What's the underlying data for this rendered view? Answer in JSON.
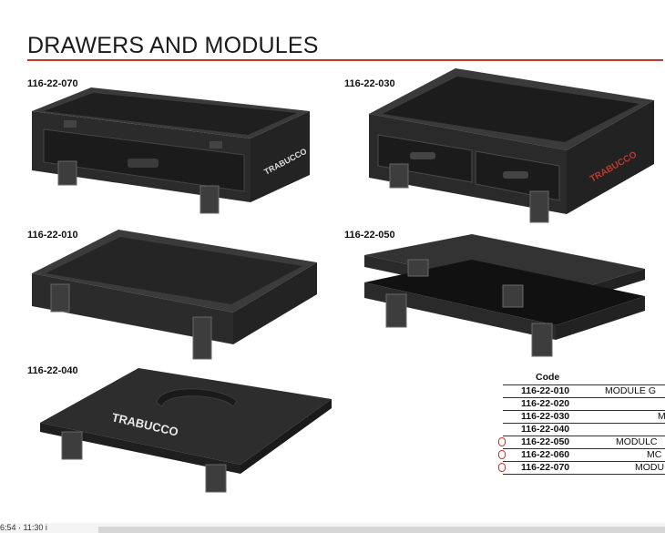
{
  "header": {
    "title": "DRAWERS AND MODULES"
  },
  "products": [
    {
      "code": "116-22-070"
    },
    {
      "code": "116-22-030"
    },
    {
      "code": "116-22-010"
    },
    {
      "code": "116-22-050"
    },
    {
      "code": "116-22-040",
      "logo_text": "TRABUCCO"
    }
  ],
  "brand_side_text": "TRABUCCO",
  "table": {
    "header_code": "Code",
    "rows": [
      {
        "code": "116-22-010",
        "desc": "MODULE G"
      },
      {
        "code": "116-22-020",
        "desc": ""
      },
      {
        "code": "116-22-030",
        "desc": "M"
      },
      {
        "code": "116-22-040",
        "desc": ""
      },
      {
        "code": "116-22-050",
        "desc": "MODULC",
        "marked": true
      },
      {
        "code": "116-22-060",
        "desc": "MC",
        "marked": true
      },
      {
        "code": "116-22-070",
        "desc": "MODU",
        "marked": true
      }
    ]
  },
  "status": {
    "text": "6:54 · 11:30 i"
  },
  "colors": {
    "accent_rule": "#c0392b",
    "product_dark": "#2a2a2a"
  }
}
